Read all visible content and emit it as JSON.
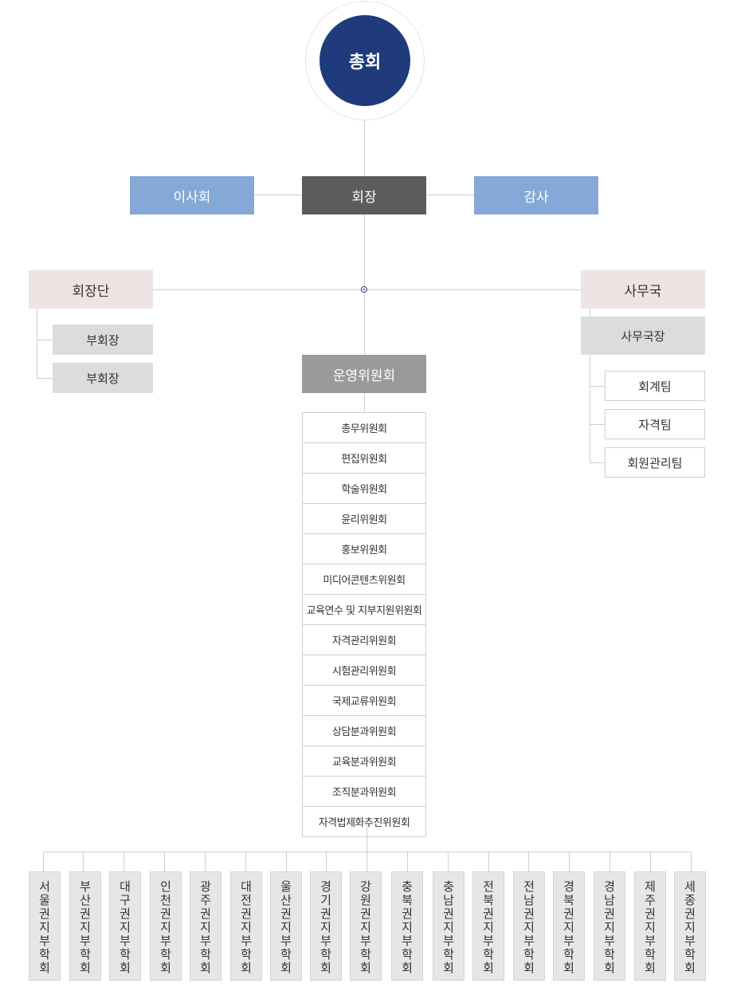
{
  "general_meeting": "총회",
  "president": "회장",
  "board": "이사회",
  "auditor": "감사",
  "presidency": {
    "label": "회장단",
    "members": [
      "부회장",
      "부회장"
    ]
  },
  "secretariat": {
    "label": "사무국",
    "head": "사무국장",
    "teams": [
      "회계팀",
      "자격팀",
      "회원관리팀"
    ]
  },
  "steering_committee": "운영위원회",
  "committees": [
    "총무위원회",
    "편집위원회",
    "학술위원회",
    "윤리위원회",
    "홍보위원회",
    "미디어콘텐츠위원회",
    "교육연수 및 지부지원위원회",
    "자격관리위원회",
    "시험관리위원회",
    "국제교류위원회",
    "상담분과위원회",
    "교육분과위원회",
    "조직분과위원회",
    "자격법제화추진위원회"
  ],
  "branches": [
    "서울권지부학회",
    "부산권지부학회",
    "대구권지부학회",
    "인천권지부학회",
    "광주권지부학회",
    "대전권지부학회",
    "울산권지부학회",
    "경기권지부학회",
    "강원권지부학회",
    "충북권지부학회",
    "충남권지부학회",
    "전북권지부학회",
    "전남권지부학회",
    "경북권지부학회",
    "경남권지부학회",
    "제주권지부학회",
    "세종권지부학회"
  ],
  "colors": {
    "navy": "#1f3b7c",
    "blue": "#84a9d6",
    "dark_grey": "#5c5c5c",
    "pink": "#f0e3e4"
  }
}
